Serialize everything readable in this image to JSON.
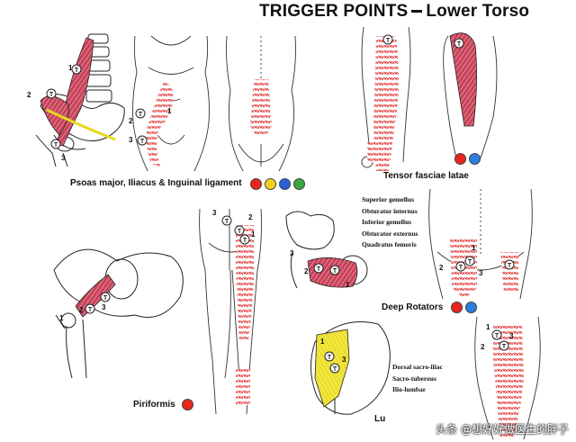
{
  "header": {
    "title_main": "TRIGGER POINTS",
    "title_sub": "Lower Torso"
  },
  "sections": {
    "psoas": {
      "label": "Psoas major, Iliacus & Inguinal ligament",
      "dot_colors": [
        "#e8261c",
        "#f2d21c",
        "#2a5fd6",
        "#3aa63a"
      ]
    },
    "tfl": {
      "label": "Tensor fasciae latae",
      "dot_colors": [
        "#e8261c",
        "#2a7fe0"
      ]
    },
    "deep_rotators": {
      "label": "Deep Rotators",
      "dot_colors": [
        "#e8261c",
        "#2a7fe0"
      ],
      "muscle_list": [
        "Superior gemellus",
        "Obturator internus",
        "Inferior gemellus",
        "Obturator externus",
        "Quadratus femoris"
      ]
    },
    "piriformis": {
      "label": "Piriformis",
      "dot_colors": [
        "#e8261c"
      ]
    },
    "ligaments": {
      "label": "Lu",
      "ligament_list": [
        "Dorsal sacro-iliac",
        "Sacro-tuberous",
        "Ilio-lumbar"
      ]
    }
  },
  "watermark": "头条 @想好好做医生的胖子",
  "colors": {
    "muscle": "#c8435a",
    "referral": "#e23a3a",
    "ligament": "#f2e63a",
    "outline": "#222222"
  }
}
